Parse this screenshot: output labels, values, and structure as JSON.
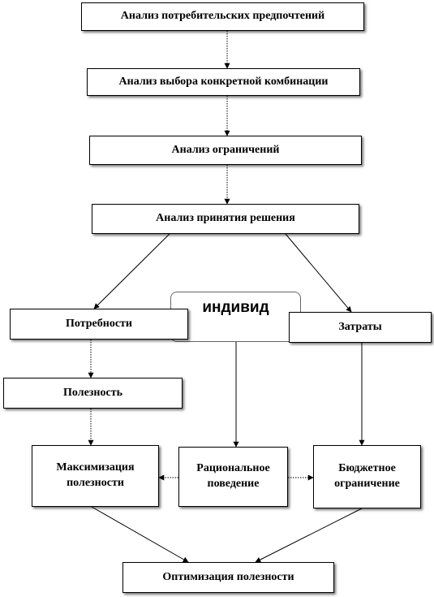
{
  "diagram": {
    "nodes": {
      "consumer_preferences": "Анализ потребительских предпочтений",
      "specific_combination": "Анализ выбора конкретной комбинации",
      "constraints": "Анализ ограничений",
      "decision": "Анализ принятия решения",
      "individual": "индивид",
      "needs": "Потребности",
      "costs": "Затраты",
      "utility": "Полезность",
      "utility_max": "Максимизация\nполезности",
      "rational": "Рациональное\nповедение",
      "budget": "Бюджетное\nограничение",
      "optimization": "Оптимизация полезности"
    },
    "edges": [
      [
        "consumer_preferences",
        "specific_combination"
      ],
      [
        "specific_combination",
        "constraints"
      ],
      [
        "constraints",
        "decision"
      ],
      [
        "decision",
        "needs"
      ],
      [
        "decision",
        "costs"
      ],
      [
        "needs",
        "utility"
      ],
      [
        "utility",
        "utility_max"
      ],
      [
        "individual",
        "rational"
      ],
      [
        "costs",
        "budget"
      ],
      [
        "rational",
        "utility_max"
      ],
      [
        "rational",
        "budget"
      ],
      [
        "utility_max",
        "optimization"
      ],
      [
        "budget",
        "optimization"
      ]
    ]
  }
}
